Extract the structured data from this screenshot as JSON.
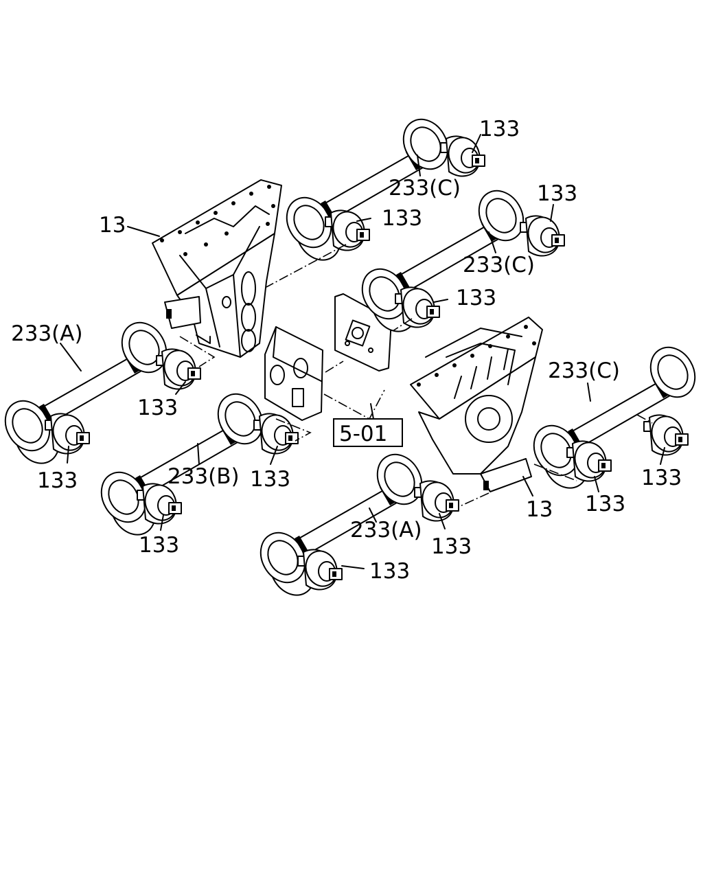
{
  "labels": {
    "bracket_left": "13",
    "bracket_right": "13",
    "rod_top_c": "233(C)",
    "rod_mid_c": "233(C)",
    "rod_right_c": "233(C)",
    "rod_left_a": "233(A)",
    "rod_bottom_a": "233(A)",
    "rod_b": "233(B)",
    "bushing": "133",
    "reference": "5-01"
  }
}
